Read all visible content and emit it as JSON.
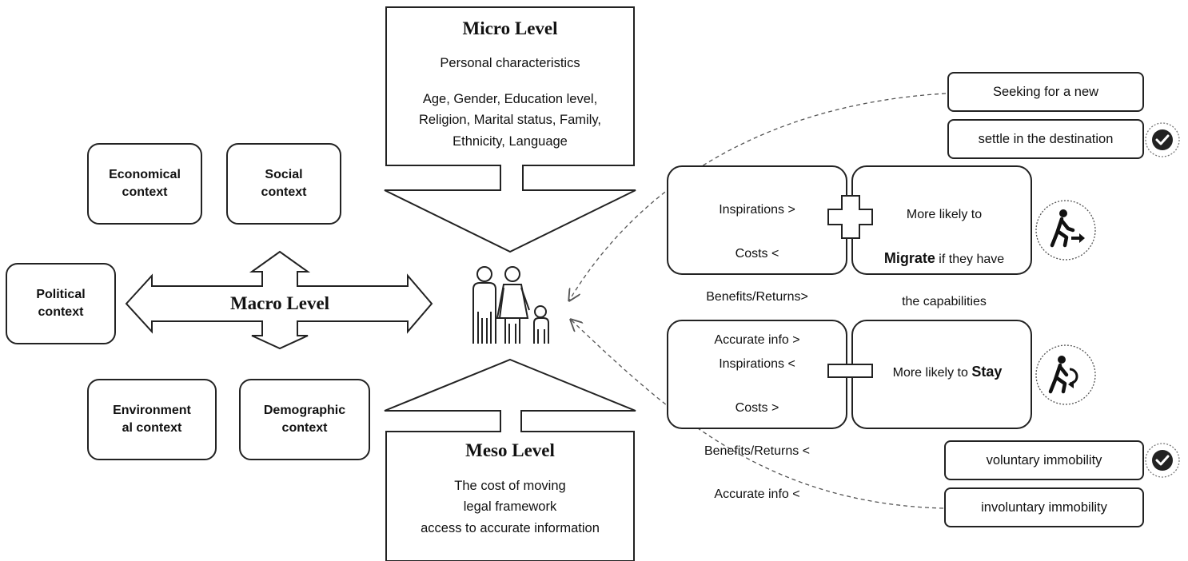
{
  "contexts": {
    "economical": "Economical\ncontext",
    "social": "Social\ncontext",
    "political": "Political\ncontext",
    "environmental": "Environment\nal context",
    "demographic": "Demographic\ncontext"
  },
  "macro": {
    "title": "Macro Level"
  },
  "micro": {
    "title": "Micro Level",
    "subtitle": "Personal characteristics",
    "lines": [
      "Age, Gender, Education level,",
      "Religion, Marital status, Family,",
      "Ethnicity, Language"
    ]
  },
  "meso": {
    "title": "Meso Level",
    "lines": [
      "The cost of moving",
      "legal framework",
      "access to accurate information"
    ]
  },
  "outcomes": {
    "seeking": "Seeking for a new",
    "settle": "settle in the destination",
    "voluntary": "voluntary immobility",
    "involuntary": "involuntary immobility"
  },
  "migrate": {
    "conditions": [
      "Inspirations >",
      "Costs <",
      "Benefits/Returns>",
      "Accurate info >"
    ],
    "result_pre": "More likely to",
    "result_bold": "Migrate",
    "result_post": " if they have",
    "result_tail": "the capabilities"
  },
  "stay": {
    "conditions": [
      "Inspirations <",
      "Costs >",
      "Benefits/Returns <",
      "Accurate info <"
    ],
    "result_pre": "More likely to ",
    "result_bold": "Stay"
  },
  "icons": {
    "family": "family-icon",
    "walk_forward": "walk-forward-icon",
    "walk_return": "walk-return-icon",
    "check": "check-circle-icon"
  },
  "colors": {
    "stroke": "#222222",
    "background": "#ffffff",
    "dashed": "#555555"
  }
}
